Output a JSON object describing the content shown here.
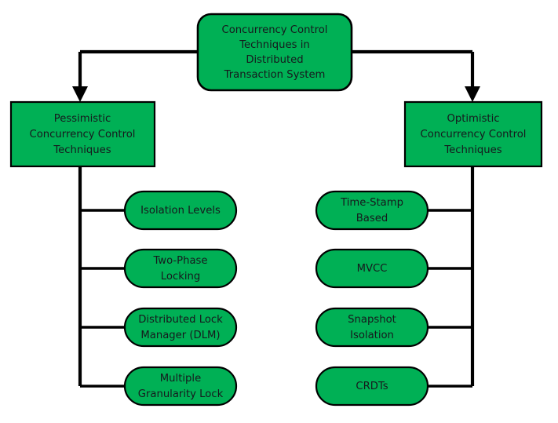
{
  "diagram": {
    "title": "Concurrency Control Techniques in Distributed Transaction System",
    "type": "flowchart-tree",
    "colors": {
      "node_fill": "#00b055",
      "node_stroke": "#000000",
      "connector": "#000000",
      "text": "#16191d",
      "background": "#ffffff"
    },
    "root": {
      "id": "root",
      "shape": "rounded-rectangle",
      "lines": [
        "Concurrency Control",
        "Techniques in",
        "Distributed",
        "Transaction System"
      ]
    },
    "branches": [
      {
        "id": "pessimistic",
        "shape": "rectangle",
        "lines": [
          "Pessimistic",
          "Concurrency Control",
          "Techniques"
        ],
        "children": [
          {
            "id": "isolation-levels",
            "shape": "pill",
            "lines": [
              "Isolation Levels"
            ]
          },
          {
            "id": "two-phase-locking",
            "shape": "pill",
            "lines": [
              "Two-Phase",
              "Locking"
            ]
          },
          {
            "id": "distributed-lock-manager",
            "shape": "pill",
            "lines": [
              "Distributed Lock",
              "Manager (DLM)"
            ]
          },
          {
            "id": "multiple-granularity-lock",
            "shape": "pill",
            "lines": [
              "Multiple",
              "Granularity Lock"
            ]
          }
        ]
      },
      {
        "id": "optimistic",
        "shape": "rectangle",
        "lines": [
          "Optimistic",
          "Concurrency Control",
          "Techniques"
        ],
        "children": [
          {
            "id": "time-stamp-based",
            "shape": "pill",
            "lines": [
              "Time-Stamp",
              "Based"
            ]
          },
          {
            "id": "mvcc",
            "shape": "pill",
            "lines": [
              "MVCC"
            ]
          },
          {
            "id": "snapshot-isolation",
            "shape": "pill",
            "lines": [
              "Snapshot",
              "Isolation"
            ]
          },
          {
            "id": "crdts",
            "shape": "pill",
            "lines": [
              "CRDTs"
            ]
          }
        ]
      }
    ]
  }
}
